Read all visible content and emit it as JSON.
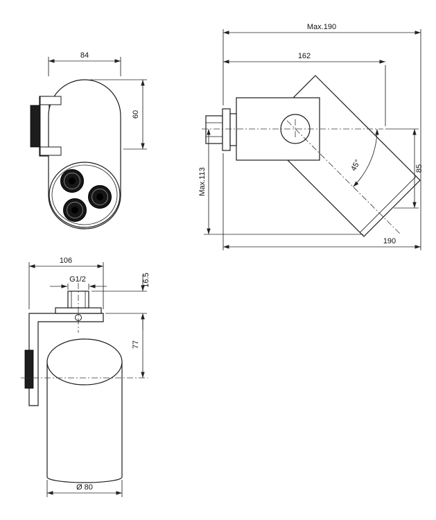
{
  "drawing": {
    "front_view": {
      "width": "84",
      "cap_height": "60"
    },
    "side_view": {
      "max_reach": "Max.190",
      "body_length": "162",
      "max_height": "Max.113",
      "tilt_angle": "45°",
      "face_offset": "85",
      "reach": "190"
    },
    "mounted_view": {
      "bracket_width": "106",
      "thread_size": "G1/2",
      "top_offset": "16.5",
      "axis_height": "77",
      "diameter": "Ø 80"
    },
    "colors": {
      "line": "#1a1a1a",
      "background": "#ffffff"
    }
  }
}
